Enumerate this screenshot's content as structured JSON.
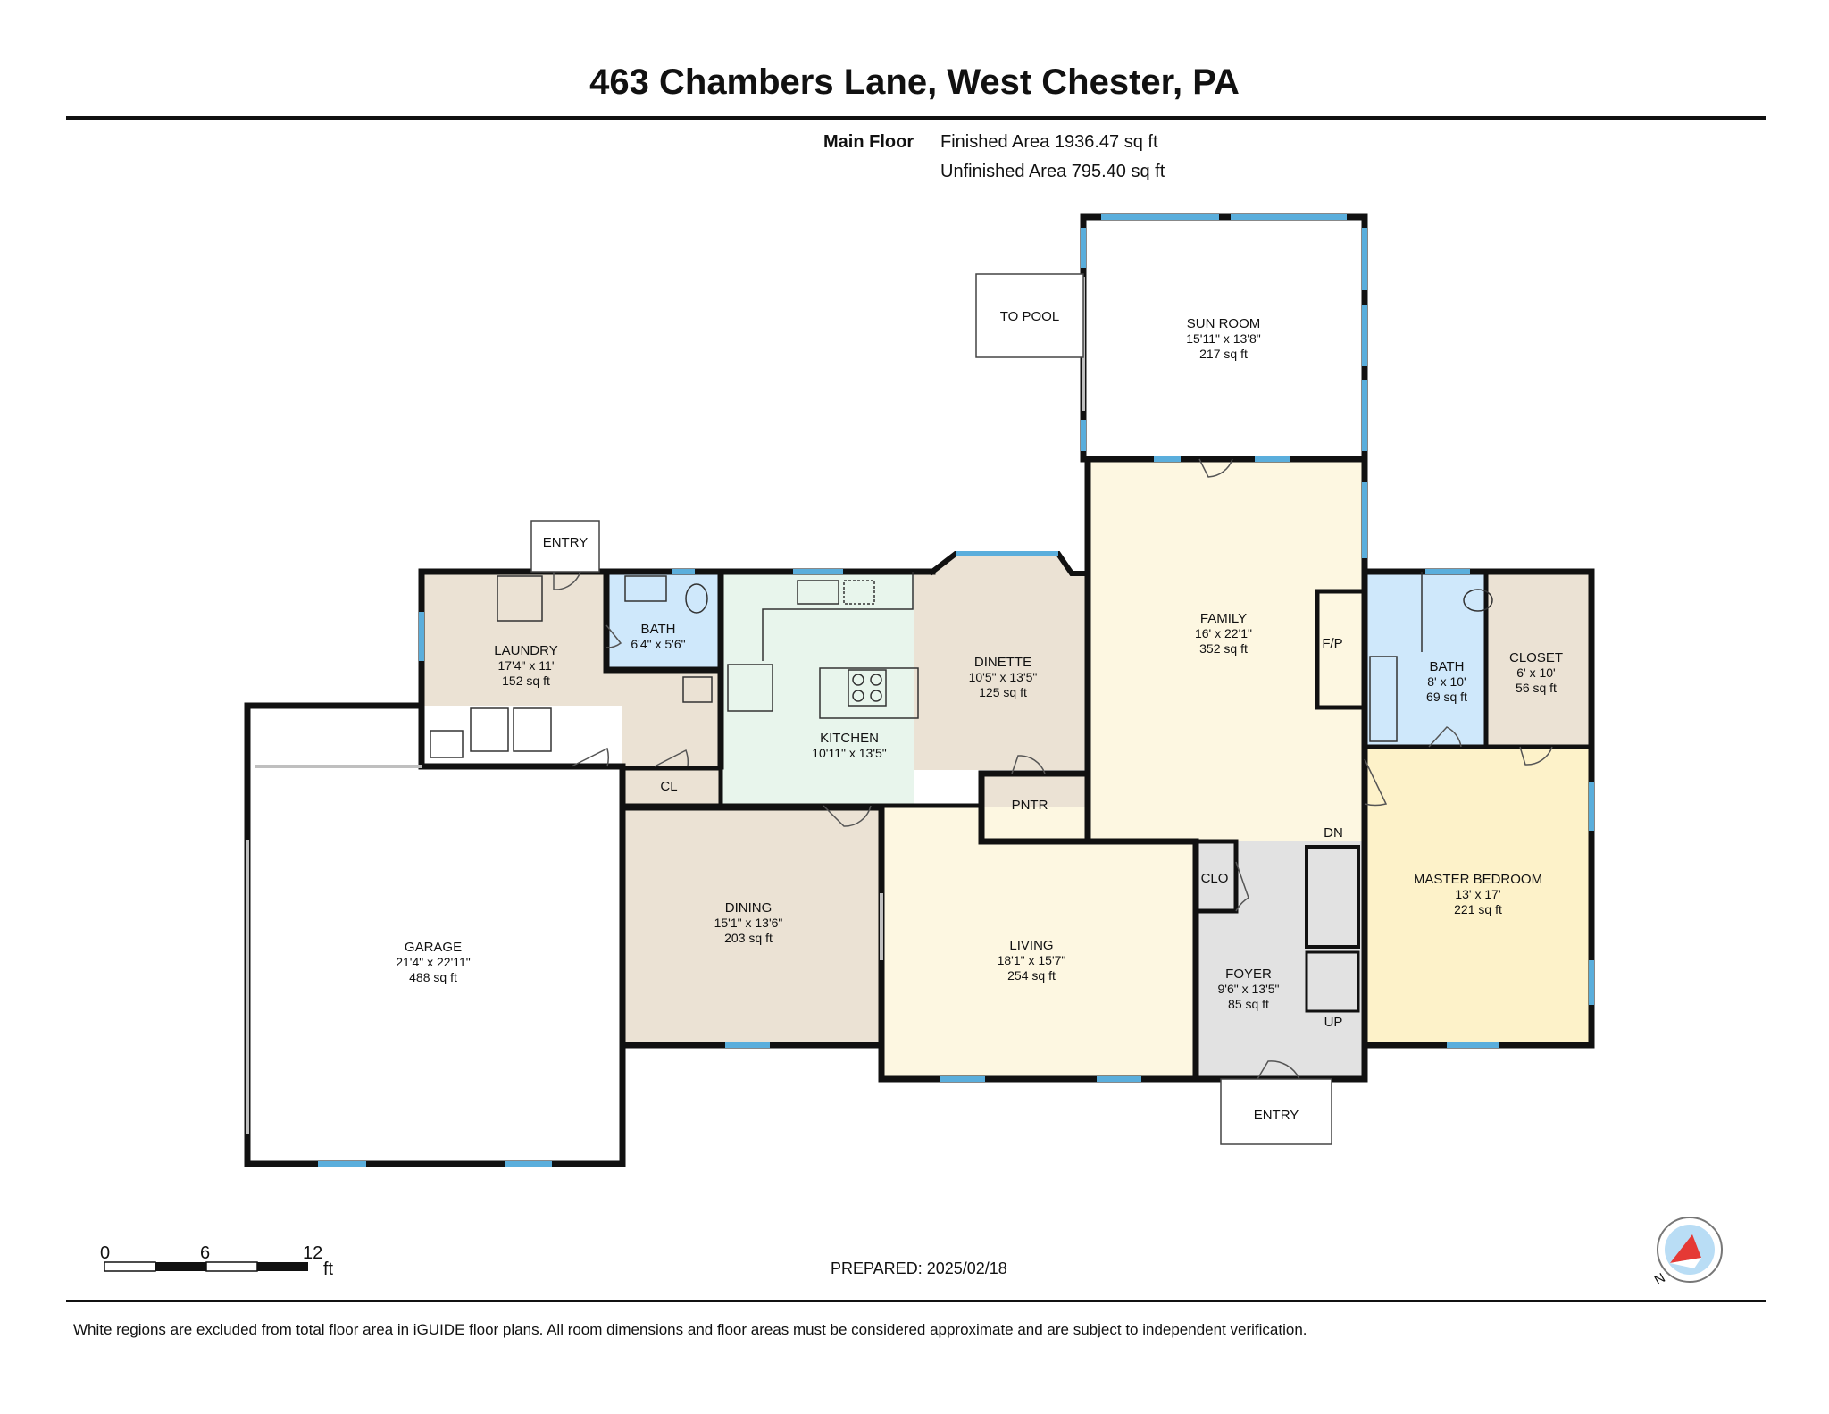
{
  "header": {
    "title": "463 Chambers Lane, West Chester, PA",
    "floor": "Main Floor",
    "finished_area": "Finished Area 1936.47 sq ft",
    "unfinished_area": "Unfinished Area 795.40 sq ft"
  },
  "rooms": {
    "sun_room": {
      "name": "SUN ROOM",
      "dim": "15'11\" x 13'8\"",
      "area": "217 sq ft"
    },
    "family": {
      "name": "FAMILY",
      "dim": "16' x 22'1\"",
      "area": "352 sq ft"
    },
    "laundry": {
      "name": "LAUNDRY",
      "dim": "17'4\" x 11'",
      "area": "152 sq ft"
    },
    "bath_1": {
      "name": "BATH",
      "dim": "6'4\" x 5'6\""
    },
    "dinette": {
      "name": "DINETTE",
      "dim": "10'5\" x 13'5\"",
      "area": "125 sq ft"
    },
    "kitchen": {
      "name": "KITCHEN",
      "dim": "10'11\" x 13'5\""
    },
    "bath_2": {
      "name": "BATH",
      "dim": "8' x 10'",
      "area": "69 sq ft"
    },
    "closet": {
      "name": "CLOSET",
      "dim": "6' x 10'",
      "area": "56 sq ft"
    },
    "garage": {
      "name": "GARAGE",
      "dim": "21'4\" x 22'11\"",
      "area": "488 sq ft"
    },
    "dining": {
      "name": "DINING",
      "dim": "15'1\" x 13'6\"",
      "area": "203 sq ft"
    },
    "living": {
      "name": "LIVING",
      "dim": "18'1\" x 15'7\"",
      "area": "254 sq ft"
    },
    "foyer": {
      "name": "FOYER",
      "dim": "9'6\" x 13'5\"",
      "area": "85 sq ft"
    },
    "master_bedroom": {
      "name": "MASTER BEDROOM",
      "dim": "13' x 17'",
      "area": "221 sq ft"
    }
  },
  "labels": {
    "to_pool": "TO POOL",
    "entry_top": "ENTRY",
    "entry_bottom": "ENTRY",
    "cl": "CL",
    "pntr": "PNTR",
    "clo": "CLO",
    "fp": "F/P",
    "dn": "DN",
    "up": "UP"
  },
  "scale_bar": {
    "ticks": [
      "0",
      "6",
      "12"
    ],
    "unit": "ft"
  },
  "compass": {
    "north_label": "N"
  },
  "prepared": "PREPARED: 2025/02/18",
  "footer": "White regions are excluded from total floor area in iGUIDE floor plans. All room dimensions and floor areas must be considered approximate and are subject to independent verification.",
  "colors": {
    "wall": "#111111",
    "window": "#5aaedc",
    "beige": "#ebe2d4",
    "bath_blue": "#cfe8fb",
    "kitchen_green": "#e8f5ec",
    "family_cream": "#fdf7e1",
    "master_yellow": "#fdf2c9",
    "foyer_gray": "#e2e2e2"
  }
}
